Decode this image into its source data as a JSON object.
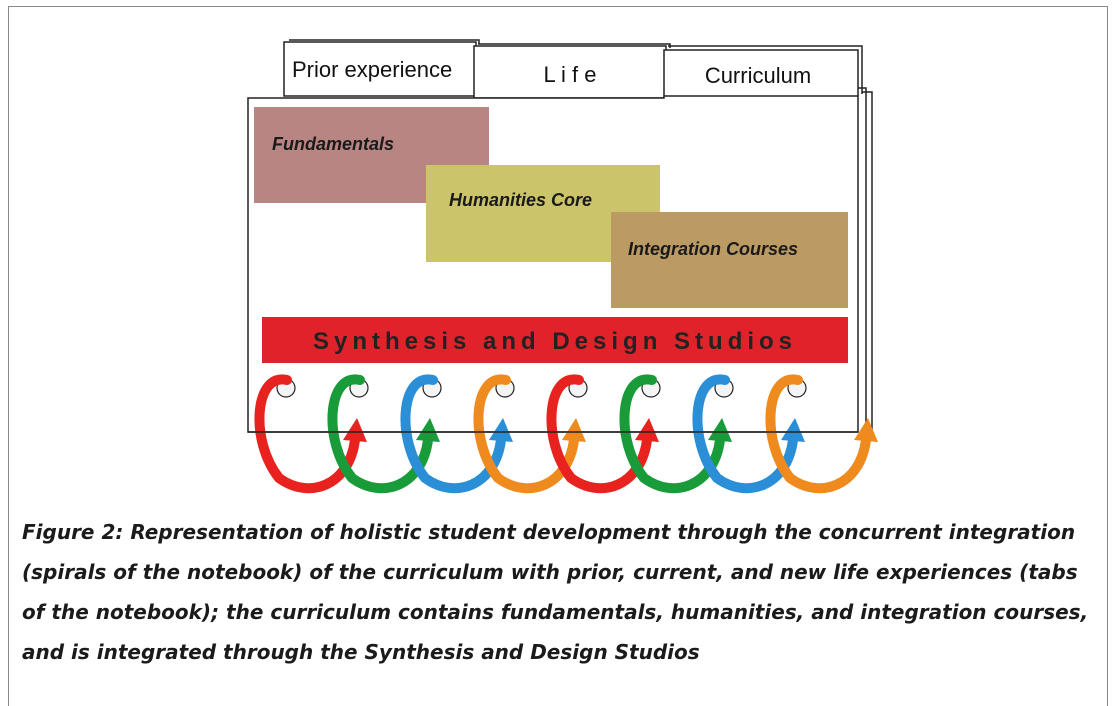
{
  "tabs": {
    "prior": "Prior experience",
    "life": "L i f e",
    "curriculum": "Curriculum"
  },
  "blocks": {
    "fundamentals": "Fundamentals",
    "humanities": "Humanities Core",
    "integration": "Integration Courses"
  },
  "studios": "Synthesis and Design Studios",
  "spiral_colors": [
    "#e8231f",
    "#1a9b3a",
    "#2a8fd6",
    "#ef8a1f",
    "#e8231f",
    "#1a9b3a",
    "#2a8fd6",
    "#ef8a1f"
  ],
  "colors": {
    "fundamentals": "#b98582",
    "humanities": "#cbc46a",
    "integration": "#bb9a63",
    "studios": "#e0232a"
  },
  "caption": "Figure 2: Representation of holistic student development through the concurrent integration (spirals of the notebook) of the curriculum with prior, current, and new life experiences (tabs of the notebook); the curriculum contains fundamentals, humanities, and integration courses, and is integrated through the Synthesis and Design Studios"
}
